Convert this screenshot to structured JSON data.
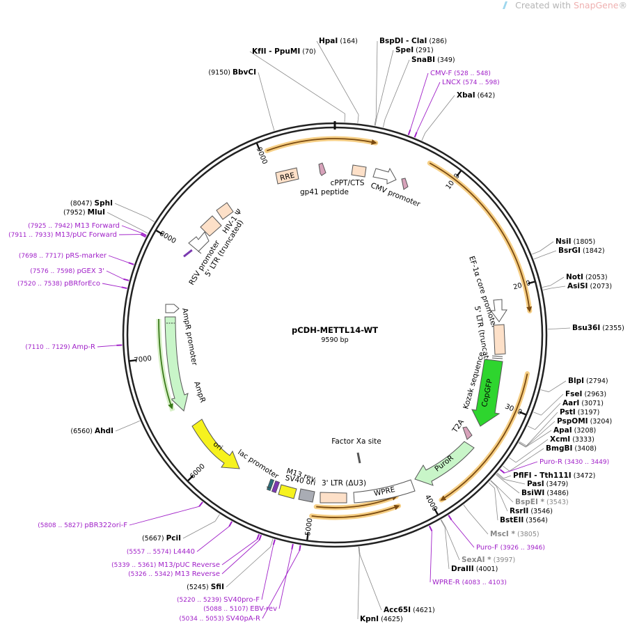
{
  "brand": {
    "prefix": "Created with ",
    "name": "SnapGene",
    "suffix": "®"
  },
  "plasmid": {
    "name": "pCDH-METTL14-WT",
    "size_label": "9590 bp",
    "length": 9590
  },
  "ticks": [
    "1000",
    "2000",
    "3000",
    "4000",
    "5000",
    "6000",
    "7000",
    "8000",
    "9000"
  ],
  "sites": [
    {
      "id": "kfli",
      "name": "KfII  - PpuMI",
      "pos": "(70)",
      "bp": 70
    },
    {
      "id": "hpai",
      "name": "HpaI",
      "pos": "(164)",
      "bp": 164
    },
    {
      "id": "bspdi",
      "name": "BspDI  - ClaI",
      "pos": "(286)",
      "bp": 286
    },
    {
      "id": "spei",
      "name": "SpeI",
      "pos": "(291)",
      "bp": 291
    },
    {
      "id": "snabi",
      "name": "SnaBI",
      "pos": "(349)",
      "bp": 349
    },
    {
      "id": "xbai",
      "name": "XbaI",
      "pos": "(642)",
      "bp": 642
    },
    {
      "id": "nsii",
      "name": "NsiI",
      "pos": "(1805)",
      "bp": 1805
    },
    {
      "id": "bsrgi",
      "name": "BsrGI",
      "pos": "(1842)",
      "bp": 1842
    },
    {
      "id": "noti",
      "name": "NotI",
      "pos": "(2053)",
      "bp": 2053
    },
    {
      "id": "asisi",
      "name": "AsiSI",
      "pos": "(2073)",
      "bp": 2073
    },
    {
      "id": "bsu36i",
      "name": "Bsu36I",
      "pos": "(2355)",
      "bp": 2355
    },
    {
      "id": "blpi",
      "name": "BlpI",
      "pos": "(2794)",
      "bp": 2794
    },
    {
      "id": "fsei",
      "name": "FseI",
      "pos": "(2963)",
      "bp": 2963
    },
    {
      "id": "aari",
      "name": "AarI",
      "pos": "(3071)",
      "bp": 3071
    },
    {
      "id": "psti",
      "name": "PstI",
      "pos": "(3197)",
      "bp": 3197
    },
    {
      "id": "pspomi",
      "name": "PspOMI",
      "pos": "(3204)",
      "bp": 3204
    },
    {
      "id": "apai",
      "name": "ApaI",
      "pos": "(3208)",
      "bp": 3208
    },
    {
      "id": "xcmi",
      "name": "XcmI",
      "pos": "(3333)",
      "bp": 3333
    },
    {
      "id": "bmgbi",
      "name": "BmgBI",
      "pos": "(3408)",
      "bp": 3408
    },
    {
      "id": "pflfi",
      "name": "PflFI  - Tth111I",
      "pos": "(3472)",
      "bp": 3472
    },
    {
      "id": "pasi",
      "name": "PasI",
      "pos": "(3479)",
      "bp": 3479
    },
    {
      "id": "bsiwi",
      "name": "BsiWI",
      "pos": "(3486)",
      "bp": 3486
    },
    {
      "id": "bspei",
      "name": "BspEI *",
      "pos": "(3543)",
      "bp": 3543,
      "grey": true
    },
    {
      "id": "rsrii",
      "name": "RsrII",
      "pos": "(3546)",
      "bp": 3546
    },
    {
      "id": "bsteii",
      "name": "BstEII",
      "pos": "(3564)",
      "bp": 3564
    },
    {
      "id": "msci",
      "name": "MscI *",
      "pos": "(3805)",
      "bp": 3805,
      "grey": true
    },
    {
      "id": "sexai",
      "name": "SexAI *",
      "pos": "(3997)",
      "bp": 3997,
      "grey": true
    },
    {
      "id": "draiii",
      "name": "DraIII",
      "pos": "(4001)",
      "bp": 4001
    },
    {
      "id": "acc65i",
      "name": "Acc65I",
      "pos": "(4621)",
      "bp": 4621
    },
    {
      "id": "kpni",
      "name": "KpnI",
      "pos": "(4625)",
      "bp": 4625
    },
    {
      "id": "sfii",
      "name": "SfiI",
      "pos": "(5245)",
      "bp": 5245
    },
    {
      "id": "pcii",
      "name": "PciI",
      "pos": "(5667)",
      "bp": 5667
    },
    {
      "id": "ahdi",
      "name": "AhdI",
      "pos": "(6560)",
      "bp": 6560
    },
    {
      "id": "mlui",
      "name": "MluI",
      "pos": "(7952)",
      "bp": 7952
    },
    {
      "id": "sphi",
      "name": "SphI",
      "pos": "(8047)",
      "bp": 8047
    },
    {
      "id": "bbvci",
      "name": "BbvCI",
      "pos": "(9150)",
      "bp": 9150
    }
  ],
  "primers": [
    {
      "id": "cmvf",
      "name": "CMV-F",
      "pos": "(528 .. 548)",
      "bp": 538
    },
    {
      "id": "lncx",
      "name": "LNCX",
      "pos": "(574 .. 598)",
      "bp": 586
    },
    {
      "id": "puror",
      "name": "Puro-R",
      "pos": "(3430 .. 3449)",
      "bp": 3440
    },
    {
      "id": "purof",
      "name": "Puro-F",
      "pos": "(3926 .. 3946)",
      "bp": 3936
    },
    {
      "id": "wprer",
      "name": "WPRE-R",
      "pos": "(4083 .. 4103)",
      "bp": 4093
    },
    {
      "id": "sv40pa",
      "name": "SV40pA-R",
      "pos": "(5034 .. 5053)",
      "bp": 5043
    },
    {
      "id": "ebvrev",
      "name": "EBV-rev",
      "pos": "(5088 .. 5107)",
      "bp": 5097
    },
    {
      "id": "sv40pro",
      "name": "SV40pro-F",
      "pos": "(5220 .. 5239)",
      "bp": 5230
    },
    {
      "id": "m13rev",
      "name": "M13 Reverse",
      "pos": "(5326 .. 5342)",
      "bp": 5334
    },
    {
      "id": "m13puc",
      "name": "M13/pUC Reverse",
      "pos": "(5339 .. 5361)",
      "bp": 5350
    },
    {
      "id": "l4440",
      "name": "L4440",
      "pos": "(5557 .. 5574)",
      "bp": 5565
    },
    {
      "id": "pbr322",
      "name": "pBR322ori-F",
      "pos": "(5808 .. 5827)",
      "bp": 5817
    },
    {
      "id": "ampr",
      "name": "Amp-R",
      "pos": "(7110 .. 7129)",
      "bp": 7120
    },
    {
      "id": "pbrfor",
      "name": "pBRforEco",
      "pos": "(7520 .. 7538)",
      "bp": 7529
    },
    {
      "id": "pgex",
      "name": "pGEX 3'",
      "pos": "(7576 .. 7598)",
      "bp": 7587
    },
    {
      "id": "prs",
      "name": "pRS-marker",
      "pos": "(7698 .. 7717)",
      "bp": 7707
    },
    {
      "id": "m13pucf",
      "name": "M13/pUC Forward",
      "pos": "(7911 .. 7933)",
      "bp": 7922
    },
    {
      "id": "m13f",
      "name": "M13 Forward",
      "pos": "(7925 .. 7942)",
      "bp": 7933
    }
  ],
  "features": {
    "rre": "RRE",
    "gp41": "gp41 peptide",
    "cppt": "cPPT/CTS",
    "cmv": "CMV promoter",
    "ef1a": "EF-1α core promoter",
    "ltr5": "5' LTR (truncated)",
    "kozak": "Kozak sequence",
    "copgfp": "CopGFP",
    "t2a": "T2A",
    "puror": "PuroR",
    "factorxa": "Factor Xa site",
    "wpre": "WPRE",
    "ltr3": "3' LTR (ΔU3)",
    "sv40ori": "SV40 ori",
    "m13rev": "M13 rev",
    "lac": "lac promoter",
    "ori": "ori",
    "ampr": "AmpR",
    "amppromoter": "AmpR promoter",
    "rsv": "RSV promoter",
    "ltr5b": "5' LTR (truncated)",
    "hiv": "HIV-1 Ψ"
  },
  "colors": {
    "backbone": "#222222",
    "primer": "#a020c8",
    "orf_highlight": "#f6cf86",
    "orf_arrow": "#7a4a10",
    "gfp": "#2ed52e",
    "amp": "#c8f5c8",
    "ori": "#f6f21e",
    "ltr": "#fde0c8",
    "promoter": "#ffffff",
    "gp41": "#d7a2ba"
  }
}
